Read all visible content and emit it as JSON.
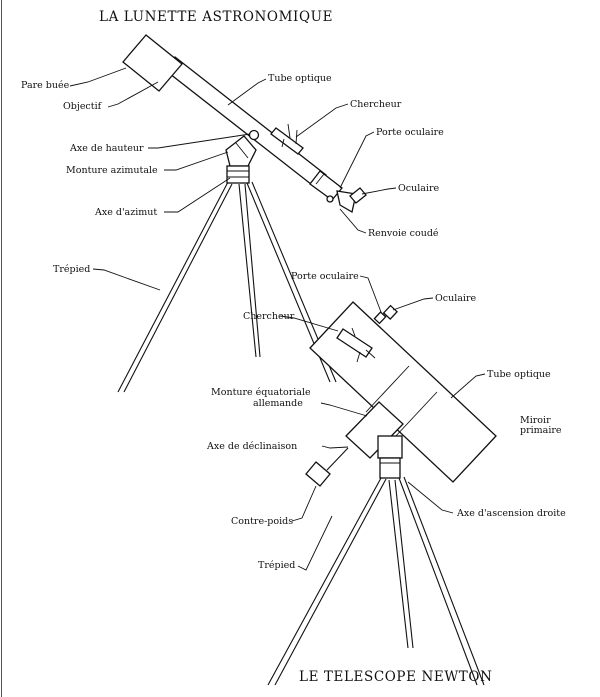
{
  "titles": {
    "lunette": "LA LUNETTE ASTRONOMIQUE",
    "newton": "LE TELESCOPE NEWTON"
  },
  "lunette_labels": {
    "pare_buee": "Pare buée",
    "objectif": "Objectif",
    "tube_optique": "Tube optique",
    "chercheur": "Chercheur",
    "axe_hauteur": "Axe de hauteur",
    "porte_oculaire": "Porte oculaire",
    "monture_azimutale": "Monture azimutale",
    "oculaire": "Oculaire",
    "axe_azimut": "Axe d'azimut",
    "renvoie_coude": "Renvoie coudé",
    "trepied": "Trépied"
  },
  "newton_labels": {
    "porte_oculaire": "Porte oculaire",
    "oculaire": "Oculaire",
    "chercheur": "Chercheur",
    "tube_optique": "Tube optique",
    "monture_line1": "Monture équatoriale",
    "monture_line2": "allemande",
    "miroir_line1": "Miroir",
    "miroir_line2": "primaire",
    "axe_declinaison": "Axe de déclinaison",
    "axe_ascension": "Axe d'ascension droite",
    "contre_poids": "Contre-poids",
    "trepied": "Trépied"
  }
}
